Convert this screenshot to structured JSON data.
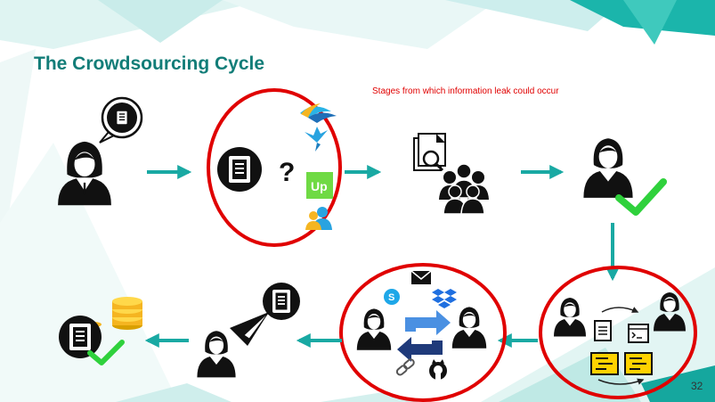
{
  "title": "The Crowdsourcing Cycle",
  "note": "Stages from which information leak could occur",
  "question_mark": "?",
  "upwork_logo_text": "Up",
  "page_number": "32",
  "colors": {
    "title": "#127d78",
    "arrow": "#19a9a3",
    "circle": "#e00000",
    "check": "#2fd13c",
    "swap_arrow_light": "#4a90e2",
    "swap_arrow_dark": "#1f3a7a",
    "upwork_green": "#6fda44",
    "code_box": "#ffd200"
  },
  "icons": {
    "requester": "person-with-document-bubble-icon",
    "platforms": [
      "freelancer-logo-icon",
      "bird-logo-icon",
      "upwork-logo-icon",
      "users-icon"
    ],
    "review": "document-search-icon",
    "crowd": "crowd-icon",
    "selected_worker": "person-check-icon",
    "collaboration": [
      "person-icon",
      "console-icon",
      "document-icon",
      "code-file-icon"
    ],
    "sharing": [
      "mail-icon",
      "skype-icon",
      "dropbox-icon",
      "link-icon",
      "github-icon"
    ],
    "delivery": [
      "paper-plane-icon",
      "document-icon"
    ],
    "payment": [
      "coins-icon",
      "document-icon",
      "check-icon"
    ]
  }
}
